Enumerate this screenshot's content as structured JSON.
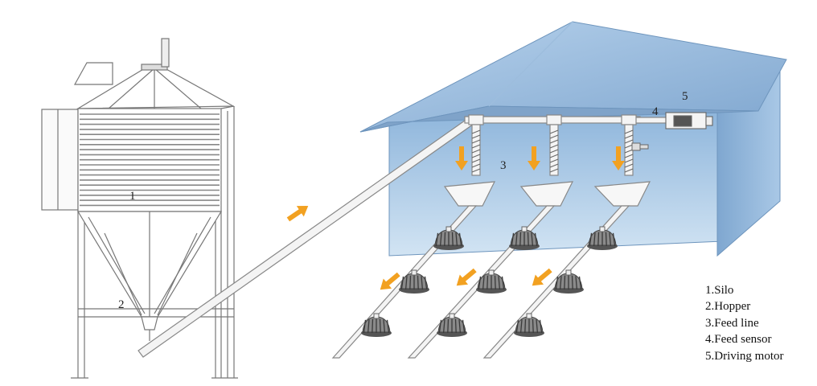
{
  "diagram": {
    "labels": {
      "silo_number": "1",
      "hopper_number": "2",
      "feed_line_number": "3",
      "feed_sensor_number": "4",
      "driving_motor_number": "5"
    },
    "legend": [
      "1.Silo",
      "2.Hopper",
      "3.Feed line",
      "4.Feed sensor",
      "5.Driving motor"
    ],
    "colors": {
      "roof": "#8fb3d6",
      "roof_light": "#aac9e6",
      "wall": "#a9cbe8",
      "wall_dark": "#7ea7cf",
      "pipe": "#f2f2f2",
      "pipe_stroke": "#8a8a8a",
      "arrow": "#f2a121",
      "silo_line": "#777777"
    }
  }
}
